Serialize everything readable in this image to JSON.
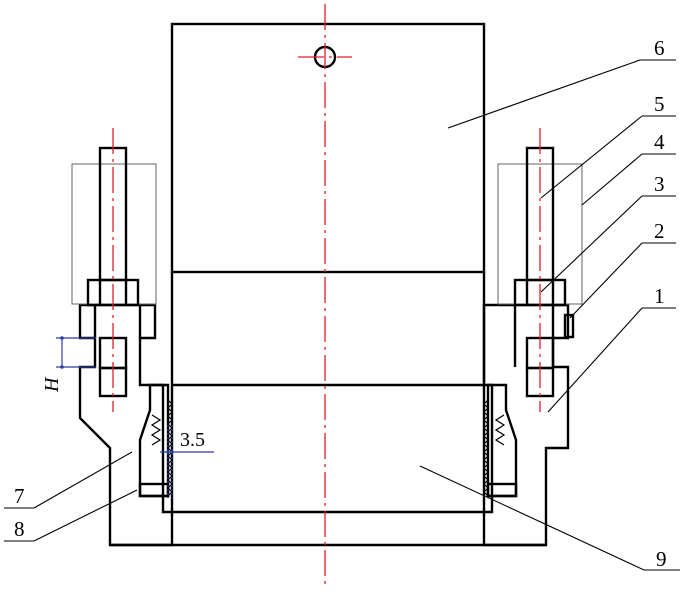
{
  "callouts": [
    "1",
    "2",
    "3",
    "4",
    "5",
    "6",
    "7",
    "8",
    "9"
  ],
  "dimensions": {
    "gap": "3.5",
    "height": "H"
  },
  "colors": {
    "center_line": "#e0202a",
    "dimension": "#2a3ea0",
    "outline": "#000000"
  }
}
